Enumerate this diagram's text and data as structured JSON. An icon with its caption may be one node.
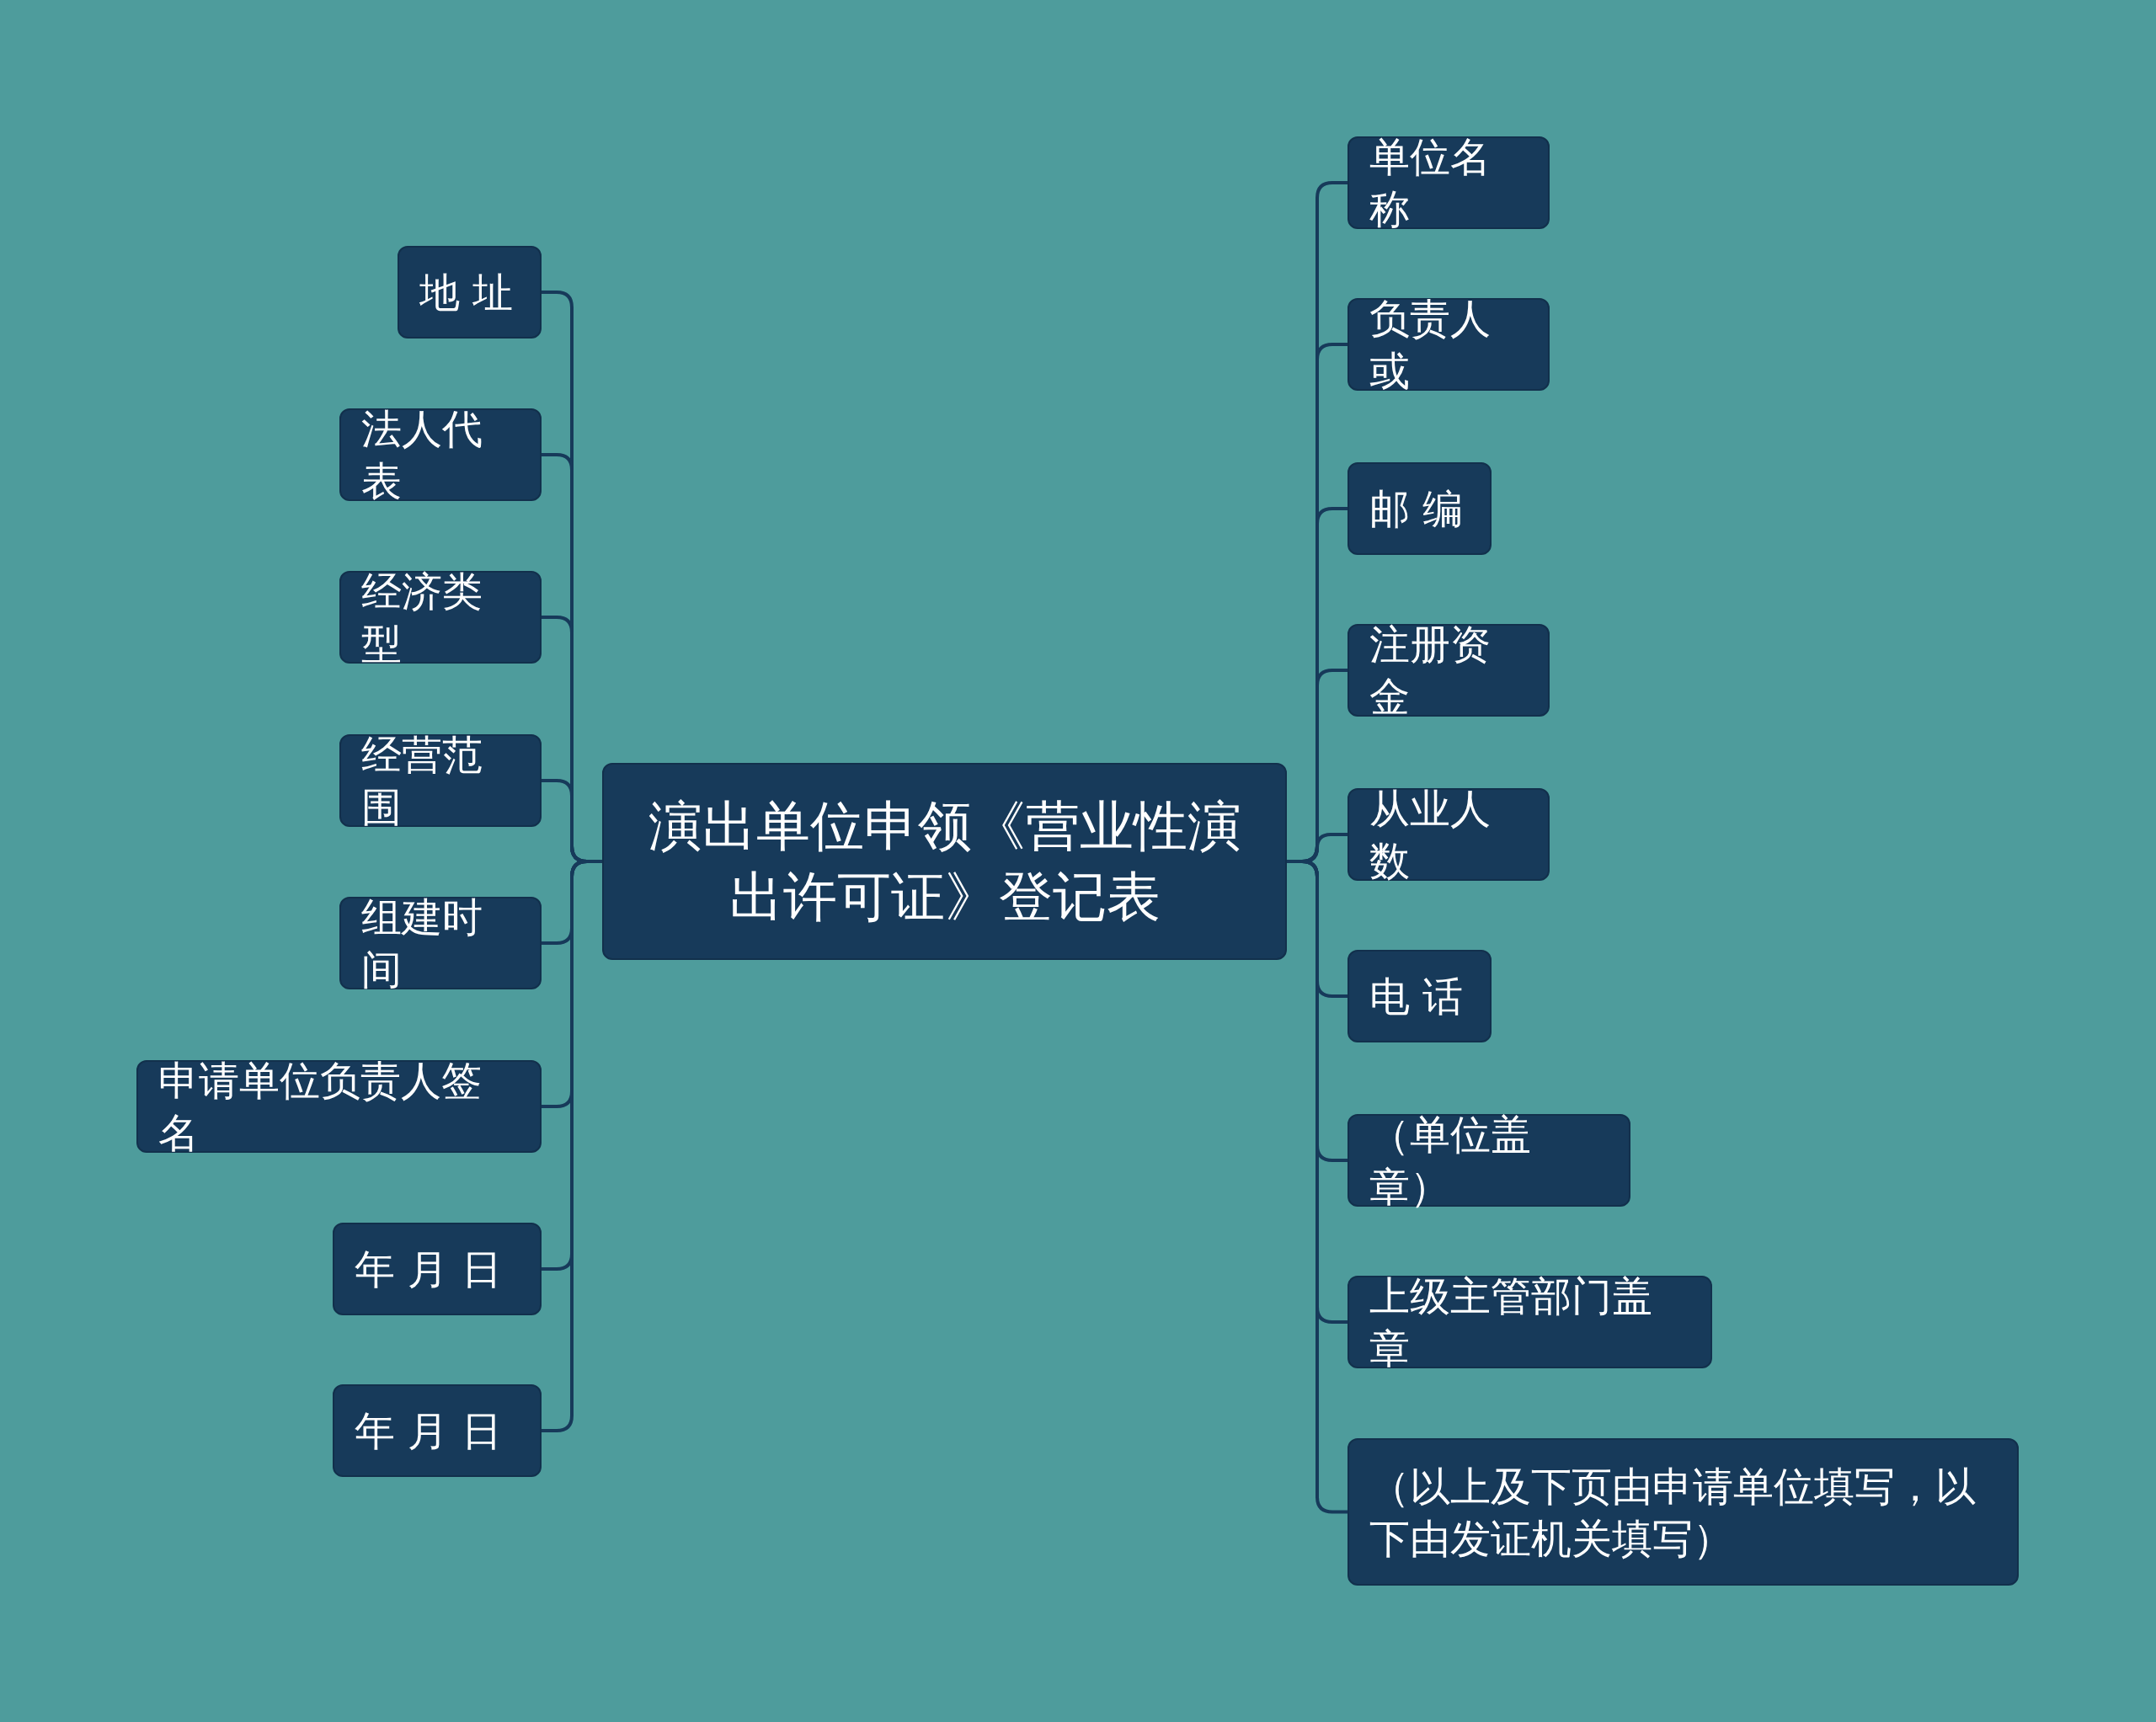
{
  "diagram": {
    "nodes": [
      {
        "text": [
          "演出单位申领《营业性演出许可证》登记表"
        ]
      },
      {
        "text": [
          "地 址"
        ]
      },
      {
        "text": [
          "法人代表"
        ]
      },
      {
        "text": [
          "经济类型"
        ]
      },
      {
        "text": [
          "经营范围"
        ]
      },
      {
        "text": [
          "组建时间"
        ]
      },
      {
        "text": [
          "申请单位负责人签名"
        ]
      },
      {
        "text": [
          "年 月 日"
        ]
      },
      {
        "text": [
          "年 月 日"
        ]
      },
      {
        "text": [
          "单位名称"
        ]
      },
      {
        "text": [
          "负责人或"
        ]
      },
      {
        "text": [
          "邮 编"
        ]
      },
      {
        "text": [
          "注册资金"
        ]
      },
      {
        "text": [
          "从业人数"
        ]
      },
      {
        "text": [
          "电 话"
        ]
      },
      {
        "text": [
          "（单位盖章）"
        ]
      },
      {
        "text": [
          "上级主管部门盖章"
        ]
      },
      {
        "text": [
          "（以上及下页由申请单位填写，以下由发证机关填写）"
        ]
      }
    ],
    "edges": [
      {
        "from": 0,
        "to": 1,
        "arrow": "none"
      },
      {
        "from": 0,
        "to": 2,
        "arrow": "none"
      },
      {
        "from": 0,
        "to": 3,
        "arrow": "none"
      },
      {
        "from": 0,
        "to": 4,
        "arrow": "none"
      },
      {
        "from": 0,
        "to": 5,
        "arrow": "none"
      },
      {
        "from": 0,
        "to": 6,
        "arrow": "none"
      },
      {
        "from": 0,
        "to": 7,
        "arrow": "none"
      },
      {
        "from": 0,
        "to": 8,
        "arrow": "none"
      },
      {
        "from": 0,
        "to": 9,
        "arrow": "none"
      },
      {
        "from": 0,
        "to": 10,
        "arrow": "none"
      },
      {
        "from": 0,
        "to": 11,
        "arrow": "none"
      },
      {
        "from": 0,
        "to": 12,
        "arrow": "none"
      },
      {
        "from": 0,
        "to": 13,
        "arrow": "none"
      },
      {
        "from": 0,
        "to": 14,
        "arrow": "none"
      },
      {
        "from": 0,
        "to": 15,
        "arrow": "none"
      },
      {
        "from": 0,
        "to": 16,
        "arrow": "none"
      },
      {
        "from": 0,
        "to": 17,
        "arrow": "none"
      }
    ]
  }
}
